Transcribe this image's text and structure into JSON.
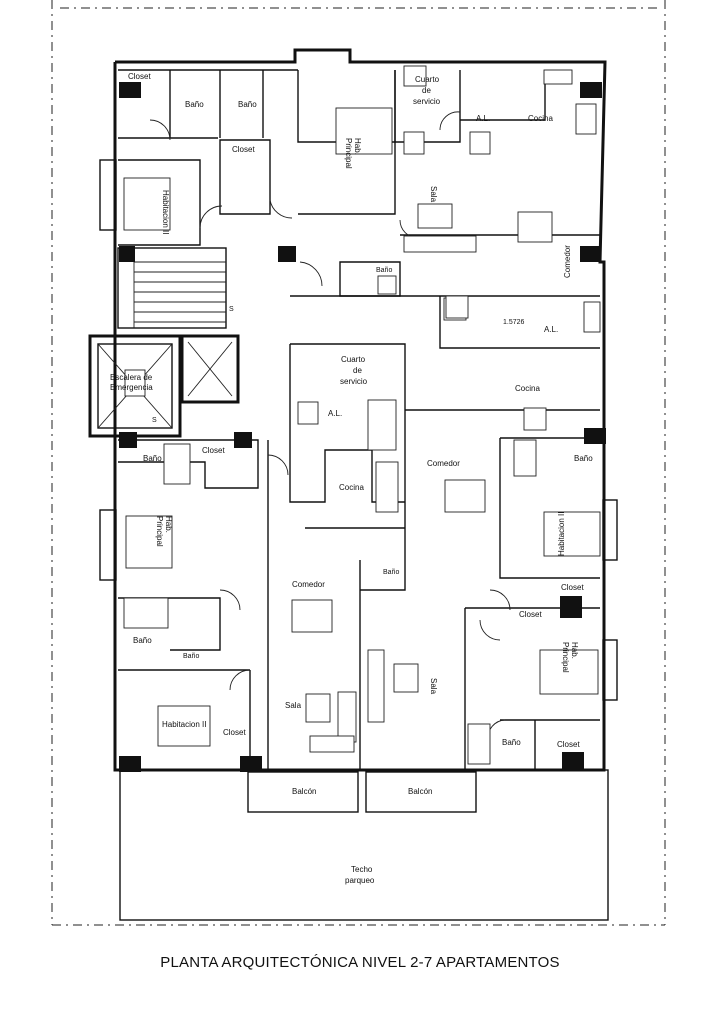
{
  "title": "PLANTA ARQUITECTÓNICA NIVEL 2-7 APARTAMENTOS",
  "dimension": "1.5726",
  "rooms": {
    "closet_1": "Closet",
    "bano_1": "Baño",
    "bano_2": "Baño",
    "closet_2": "Closet",
    "hab_principal_1_a": "Hab.",
    "hab_principal_1_b": "Principal",
    "habitacion_ii_1": "Habitacion II",
    "cuarto_servicio_1_a": "Cuarto",
    "cuarto_servicio_1_b": "de",
    "cuarto_servicio_1_c": "servicio",
    "al_1": "A.L.",
    "cocina_1": "Cocina",
    "sala_1": "Sala",
    "comedor_1": "Comedor",
    "bano_3": "Baño",
    "al_2": "A.L.",
    "cocina_2": "Cocina",
    "escalera_a": "Escalera de",
    "escalera_b": "Emergencia",
    "bano_4": "Baño",
    "closet_3": "Closet",
    "cuarto_servicio_2_a": "Cuarto",
    "cuarto_servicio_2_b": "de",
    "cuarto_servicio_2_c": "servicio",
    "al_3": "A.L.",
    "cocina_3": "Cocina",
    "comedor_2": "Comedor",
    "bano_5": "Baño",
    "habitacion_ii_2": "Habitacion II",
    "hab_principal_2_a": "Hab.",
    "hab_principal_2_b": "Principal",
    "comedor_3": "Comedor",
    "bano_6": "Baño",
    "bano_7": "Baño",
    "bano_8": "Baño",
    "closet_4": "Closet",
    "closet_5": "Closet",
    "hab_principal_3_a": "Hab.",
    "hab_principal_3_b": "Principal",
    "sala_2": "Sala",
    "sala_3": "Sala",
    "habitacion_ii_3": "Habitacion II",
    "closet_6": "Closet",
    "bano_9": "Baño",
    "closet_7": "Closet",
    "balcon_1": "Balcón",
    "balcon_2": "Balcón",
    "techo_a": "Techo",
    "techo_b": "parqueo",
    "stair_s1": "S",
    "stair_s2": "S"
  }
}
